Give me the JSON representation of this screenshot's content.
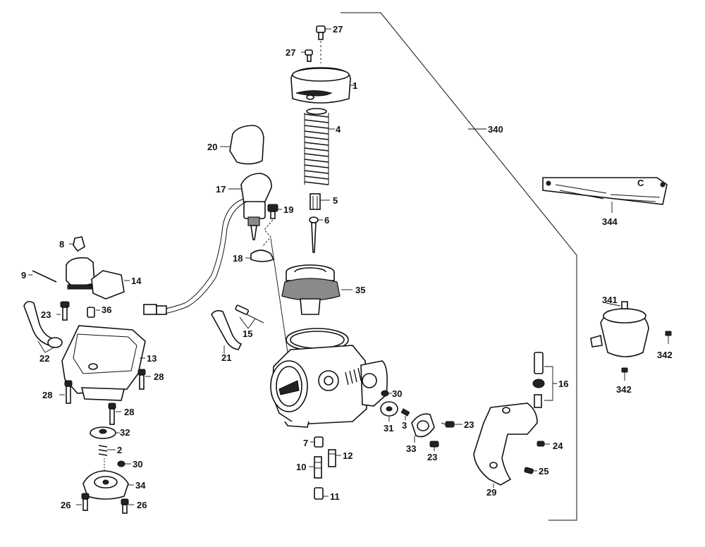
{
  "diagram": {
    "labels": {
      "p1": "1",
      "p2": "2",
      "p3": "3",
      "p4": "4",
      "p5": "5",
      "p6": "6",
      "p7": "7",
      "p8": "8",
      "p9": "9",
      "p10": "10",
      "p11": "11",
      "p12": "12",
      "p13": "13",
      "p14": "14",
      "p15": "15",
      "p16": "16",
      "p17": "17",
      "p18": "18",
      "p19": "19",
      "p20": "20",
      "p21": "21",
      "p22": "22",
      "p23a": "23",
      "p23b": "23",
      "p23c": "23",
      "p24": "24",
      "p25": "25",
      "p26a": "26",
      "p26b": "26",
      "p27a": "27",
      "p27b": "27",
      "p28a": "28",
      "p28b": "28",
      "p28c": "28",
      "p29": "29",
      "p30a": "30",
      "p30b": "30",
      "p31": "31",
      "p32": "32",
      "p33": "33",
      "p34": "34",
      "p35": "35",
      "p36": "36",
      "p340": "340",
      "p341": "341",
      "p342a": "342",
      "p342b": "342",
      "p344": "344",
      "tag_c": "C"
    }
  }
}
